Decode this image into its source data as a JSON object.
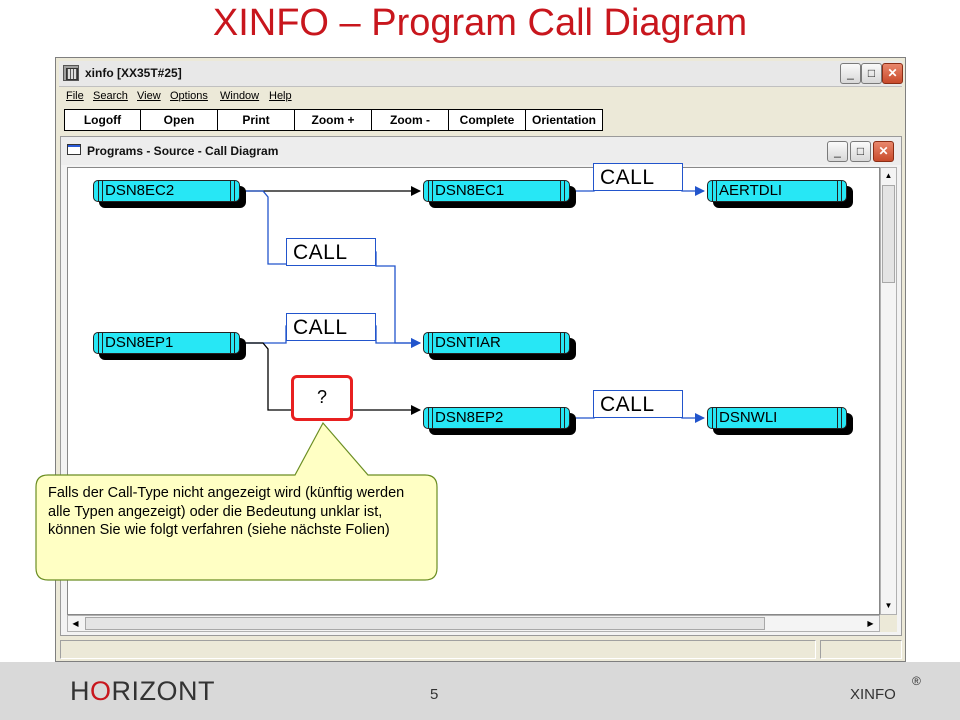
{
  "slide": {
    "title": "XINFO – Program Call Diagram",
    "footer": {
      "brand_h": "H",
      "brand_o": "O",
      "brand_rest": "RIZONT",
      "page": "5",
      "product": "XINFO",
      "registered": "®"
    }
  },
  "app": {
    "title": "xinfo [XX35T#25]",
    "window_buttons": {
      "minimize": "_",
      "maximize": "□",
      "close": "✕"
    },
    "menu": [
      "File",
      "Search",
      "View",
      "Options",
      "Window",
      "Help"
    ],
    "toolbar": [
      "Logoff",
      "Open",
      "Print",
      "Zoom +",
      "Zoom -",
      "Complete",
      "Orientation"
    ]
  },
  "inner_window": {
    "title": "Programs - Source - Call Diagram",
    "window_buttons": {
      "minimize": "_",
      "maximize": "□",
      "close": "✕"
    }
  },
  "diagram": {
    "nodes": {
      "n1": "DSN8EC2",
      "n2": "DSN8EC1",
      "n3": "AERTDLI",
      "n4": "DSN8EP1",
      "n5": "DSNTIAR",
      "n6": "DSN8EP2",
      "n7": "DSNWLI"
    },
    "calls": {
      "c1": "CALL",
      "c2": "CALL",
      "c3": "CALL",
      "c4": "CALL"
    },
    "unknown": "?",
    "callout": "Falls der Call-Type nicht angezeigt wird (künftig werden alle Typen angezeigt) oder die Bedeutung unklar ist, können Sie wie folgt verfahren (siehe nächste Folien)"
  },
  "colors": {
    "accent_red": "#c8161d",
    "node_fill": "#27e7f5",
    "link_blue": "#2255cc",
    "callout_fill": "#ffffc4"
  }
}
